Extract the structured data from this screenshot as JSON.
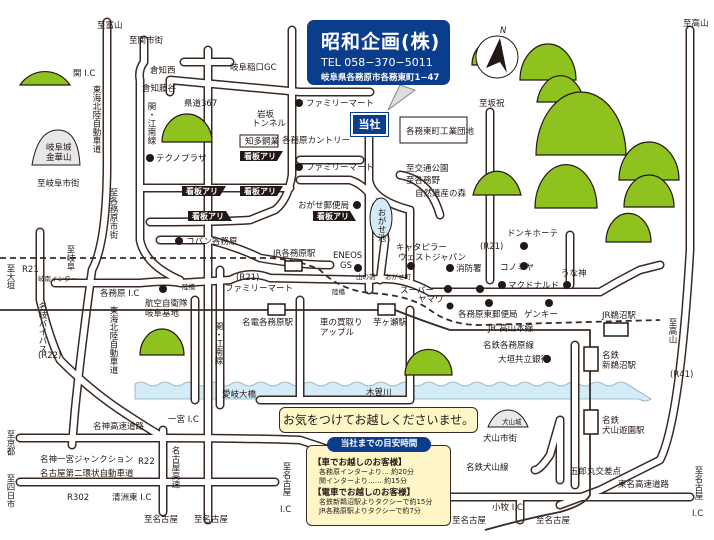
{
  "company": {
    "name": "昭和企画(株)",
    "tel": "TEL 058−370−5011",
    "address": "岐阜県各務原市各務東町1−47"
  },
  "here_label": "当社",
  "notice": "お気をつけてお越しくださいませ。",
  "guide": {
    "title": "当社までの目安時間",
    "car_heading": "【車でお越しのお客様】",
    "car_rows": [
      "各務原インターより… 約20分",
      "関インターより…… 約15分"
    ],
    "train_heading": "【電車でお越しのお客様】",
    "train_rows": [
      "名鉄新鵜沼駅よりタクシーで約15分",
      "JR各務原駅よりタクシーで約7分"
    ]
  },
  "compass": "N",
  "colors": {
    "brand": "#0a3d8c",
    "mountain": "#8dc21f",
    "river": "#d4ecf7",
    "road_outline": "#3a2a24",
    "notice_bg": "#fff6c8"
  },
  "labels": {
    "to_toyama": "至富山",
    "to_sekishigai": "至関市街",
    "seki_ic": "関 I.C",
    "kurachinishi": "倉知西",
    "kurachi_fujitani": "倉知藤谷",
    "gifu_hakuchi_gc": "岐阜稲口GC",
    "kendo367": "県道367",
    "iwasaka_tunnel": "岩坂\nトンネル",
    "chita_kozai": "知多鋼業",
    "famima1": "ファミリーマート",
    "kakamigahara_cc": "各務原カントリー",
    "famima2": "ファミリーマート",
    "techno_plaza": "テクノプラザ",
    "kanban": "看板アリ",
    "ogase_post": "おがせ郵便局",
    "higashimachi_industrial": "各務東町工業団地",
    "to_kotsu_park": "至交通公園",
    "to_kakamino": "至各務野",
    "nature_forest": "自然遺産の森",
    "ogase_pond": "おがせ池",
    "gifu_castle": "岐阜城\n金華山",
    "to_gifu_city": "至岐阜市街",
    "tokai_hokuriku_exp": "東海北陸自動車道",
    "to_kakamigahara_city": "至各務原市街",
    "copan": "コパン各務原",
    "jr_kakamigahara": "JR各務原駅",
    "eneos": "ENEOS\nGS",
    "caterpillar": "キャタピラー\nウェストジャパン",
    "fire_station": "消防署",
    "to_sakahogi": "至坂祝",
    "r21": "(R21)",
    "donki": "ドンキホーテ",
    "konomiya": "コノミヤ",
    "mcdonalds": "マクドナルド",
    "unagami": "うな神",
    "to_gifu": "至岐阜",
    "r21_left": "R21",
    "to_ogaki": "至大垣",
    "gifu_minami_inter": "岐南インター",
    "kakamigahara_ic": "各務原 I.C",
    "meigi_bypass": "名岐バイパス",
    "r22": "(R22)",
    "ryokyo": "陸橋",
    "famima3": "ファミリーマート",
    "air_base": "航空自衛隊\n岐阜基地",
    "meitetsu_kakamigahara": "名電各務原駅",
    "seki_konan_line": "関・江南線",
    "car_buy": "車の買取り\nアップル",
    "ubagase": "芋ヶ瀬駅",
    "yamanomae": "山の前",
    "ogase_cho": "おがせ町",
    "super_yamawa": "スーパー\nヤマワ",
    "kakamigahara_east_post": "各務原東郵便局",
    "genky": "ゲンキー",
    "jr_takayama_line": "JR 高山本線",
    "meitetsu_kakamigahara_line": "名鉄各務原線",
    "ogaki_kyoritsu": "大垣共立銀行",
    "jr_unuma": "JR鵜沼駅",
    "to_takayama": "至高山",
    "to_takayama2": "至高山",
    "meitetsu_shin_unuma": "名鉄\n新鵜沼駅",
    "r41": "(R41)",
    "aigi_bridge": "愛岐大橋",
    "kiso_river": "木曽川",
    "inuyama_castle": "犬山城",
    "inuyama_city": "犬山市街",
    "meitetsu_inuyama_yuen": "名鉄\n犬山遊園駅",
    "ichinomiya_ic": "一宮 I.C",
    "meishin_exp": "名神高速道路",
    "to_kyoto": "至京都",
    "meishin_ichinomiya_jct": "名神一宮ジャンクション",
    "r22_b": "R22",
    "nagoya_exp": "名古屋高速",
    "nagoya_ring2": "名古屋第二環状自動車道",
    "to_yokkaichi": "至四日市",
    "r302": "R302",
    "kiyosu_higashi_ic": "清洲東 I.C",
    "to_nagoya1": "至名古屋",
    "to_nagoya2": "至名古屋",
    "to_nagoya_ic": "至名古屋",
    "ic": "I.C",
    "meitetsu_inuyama_line": "名鉄犬山線",
    "goromaru": "五郎丸交差点",
    "tomei_exp": "東名高速道路",
    "komaki_ic": "小牧 I.C",
    "to_nagoya3": "至名古屋",
    "to_nagoya4": "至名古屋",
    "to_nagoya_ic2": "至名古屋",
    "ic2": "I.C"
  }
}
